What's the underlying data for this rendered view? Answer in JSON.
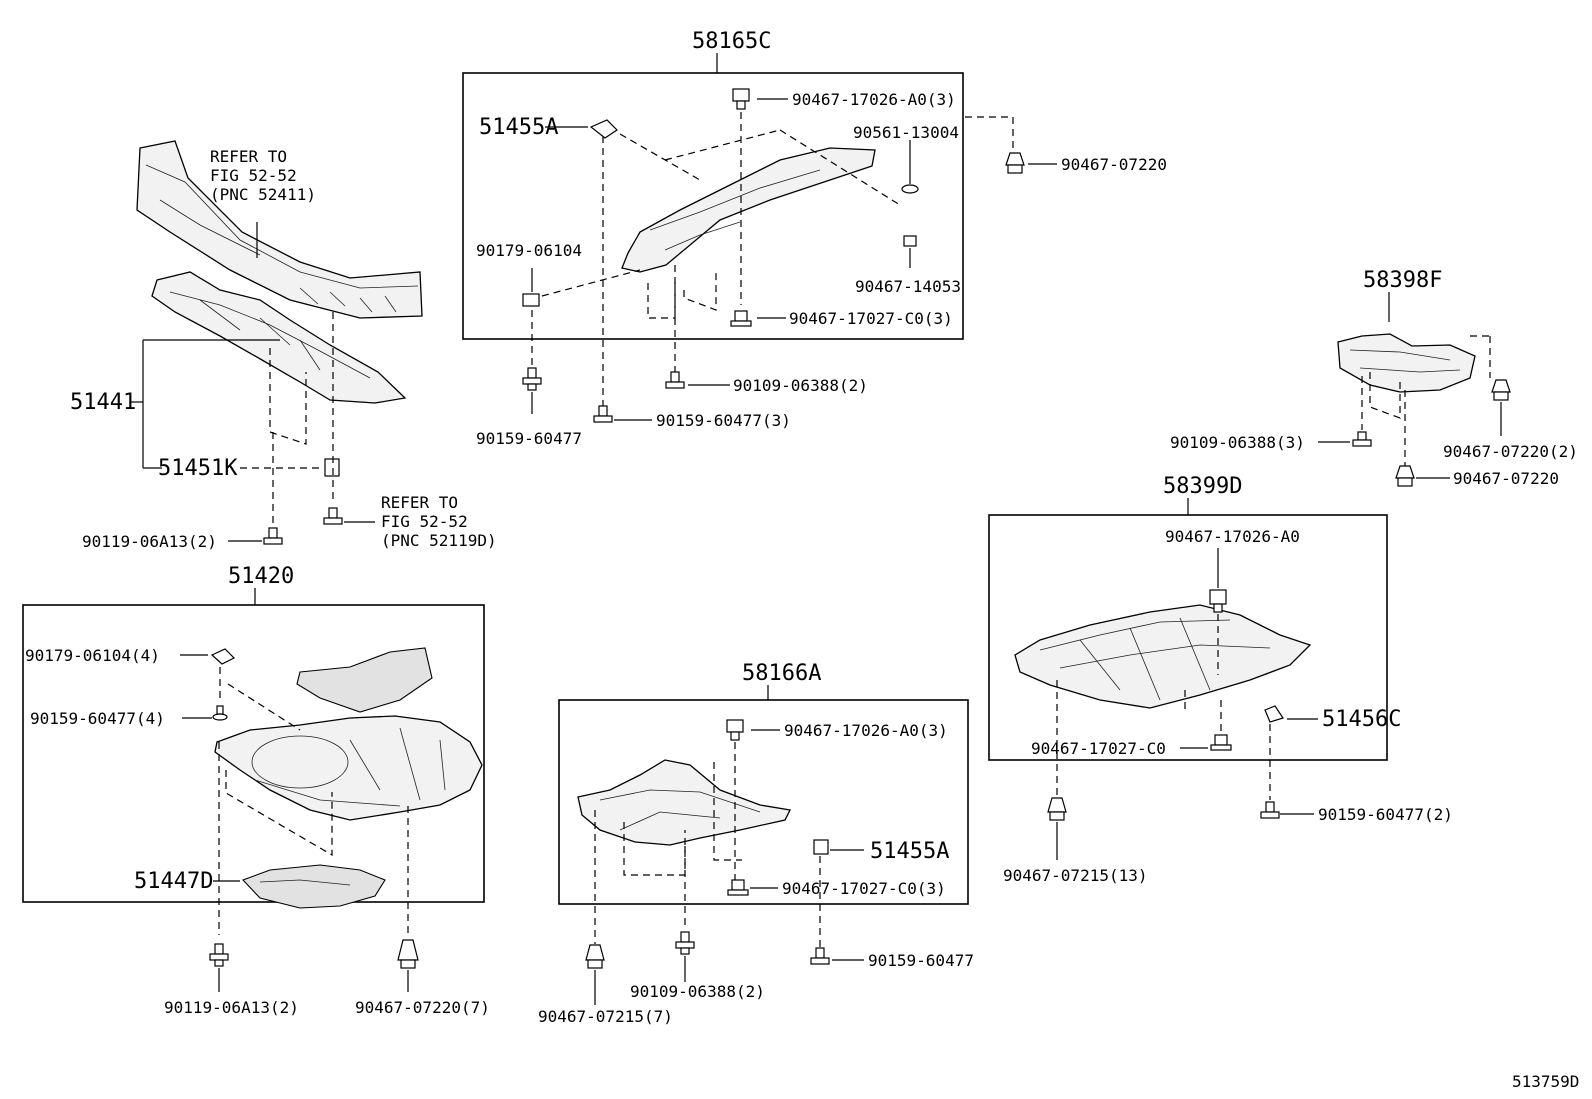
{
  "figure_id": "513759D",
  "assemblies": {
    "a58165C": "58165C",
    "a58166A": "58166A",
    "a58398F": "58398F",
    "a58399D": "58399D",
    "a51420": "51420"
  },
  "parts": {
    "p51441": "51441",
    "p51451K": "51451K",
    "p51455A_top": "51455A",
    "p51455A_mid": "51455A",
    "p51456C": "51456C",
    "p51447D": "51447D"
  },
  "references": {
    "refer_top": [
      "REFER TO",
      "FIG 52-52",
      "(PNC 52411)"
    ],
    "refer_bottom": [
      "REFER TO",
      "FIG 52-52",
      "(PNC 52119D)"
    ]
  },
  "callouts": {
    "c1": "90467-17026-A0(3)",
    "c2": "90561-13004",
    "c3": "90467-07220",
    "c4": "90179-06104",
    "c5": "90467-14053",
    "c6": "90467-17027-C0(3)",
    "c7": "90109-06388(2)",
    "c8": "90159-60477(3)",
    "c9": "90159-60477",
    "c10": "90119-06A13(2)",
    "c11": "90109-06388(3)",
    "c12": "90467-07220(2)",
    "c13": "90467-07220",
    "c14": "90467-17026-A0",
    "c15": "90467-17027-C0",
    "c16": "90159-60477(2)",
    "c17": "90467-07215(13)",
    "c18": "90179-06104(4)",
    "c19": "90159-60477(4)",
    "c20": "90119-06A13(2)",
    "c21": "90467-07220(7)",
    "c22": "90467-17026-A0(3)",
    "c23": "90467-17027-C0(3)",
    "c24": "90109-06388(2)",
    "c25": "90159-60477",
    "c26": "90467-07215(7)"
  }
}
